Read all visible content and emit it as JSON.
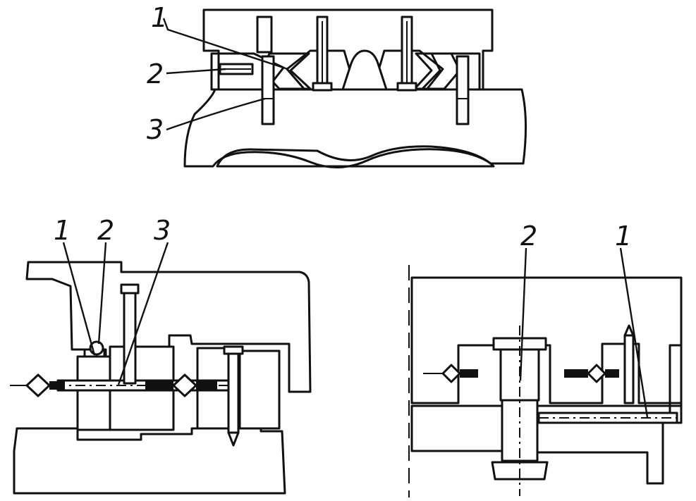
{
  "figure": {
    "top_view": {
      "callouts": [
        "1",
        "2",
        "3"
      ]
    },
    "bottom_left_view": {
      "callouts": [
        "1",
        "2",
        "3"
      ]
    },
    "bottom_right_view": {
      "callouts": [
        "2",
        "1"
      ]
    }
  },
  "colors": {
    "ink": "#111111",
    "paper": "#ffffff"
  }
}
